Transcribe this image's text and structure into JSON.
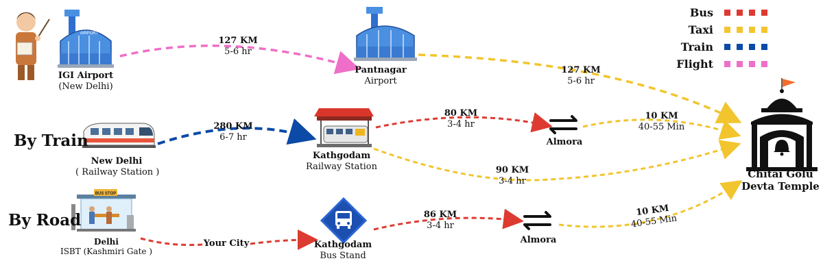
{
  "legend": {
    "bus": {
      "label": "Bus",
      "color": "#dd3b32"
    },
    "taxi": {
      "label": "Taxi",
      "color": "#f2c52e"
    },
    "train": {
      "label": "Train",
      "color": "#0b4aa6"
    },
    "flight": {
      "label": "Flight",
      "color": "#ef6fc8"
    }
  },
  "rows": {
    "train": "By Train",
    "road": "By Road"
  },
  "places": {
    "igi": {
      "name": "IGI Airport",
      "sub": "(New Delhi)"
    },
    "pantnagar": {
      "name": "Pantnagar",
      "sub": "Airport"
    },
    "delhi_rs": {
      "name": "New Delhi",
      "sub": "( Railway Station )"
    },
    "kathgodam_rs": {
      "name": "Kathgodam",
      "sub": "Railway Station"
    },
    "almora_1": {
      "name": "Almora"
    },
    "temple": {
      "name1": "Chitai Golu",
      "name2": "Devta Temple"
    },
    "delhi_isbt": {
      "name": "Delhi",
      "sub": "ISBT (Kashmiri Gate )"
    },
    "your_city": {
      "name": "Your City"
    },
    "kathgodam_bs": {
      "name": "Kathgodam",
      "sub": "Bus Stand"
    },
    "almora_2": {
      "name": "Almora"
    }
  },
  "segments": {
    "igi_pant": {
      "km": "127 KM",
      "time": "5-6 hr"
    },
    "pant_temple": {
      "km": "127 KM",
      "time": "5-6 hr"
    },
    "delhi_kath": {
      "km": "280 KM",
      "time": "6-7 hr"
    },
    "kath_almora": {
      "km": "80 KM",
      "time": "3-4 hr"
    },
    "almora_temple": {
      "km": "10 KM",
      "time": "40-55 Min"
    },
    "kath_temple": {
      "km": "90 KM",
      "time": "3-4 hr"
    },
    "bs_almora": {
      "km": "86 KM",
      "time": "3-4 hr"
    },
    "almora2_temple": {
      "km": "10 KM",
      "time": "40-55 Min"
    }
  },
  "icons": {
    "bus_stop_sign": "BUS STOP",
    "airport_sign": "AIRPORT"
  }
}
